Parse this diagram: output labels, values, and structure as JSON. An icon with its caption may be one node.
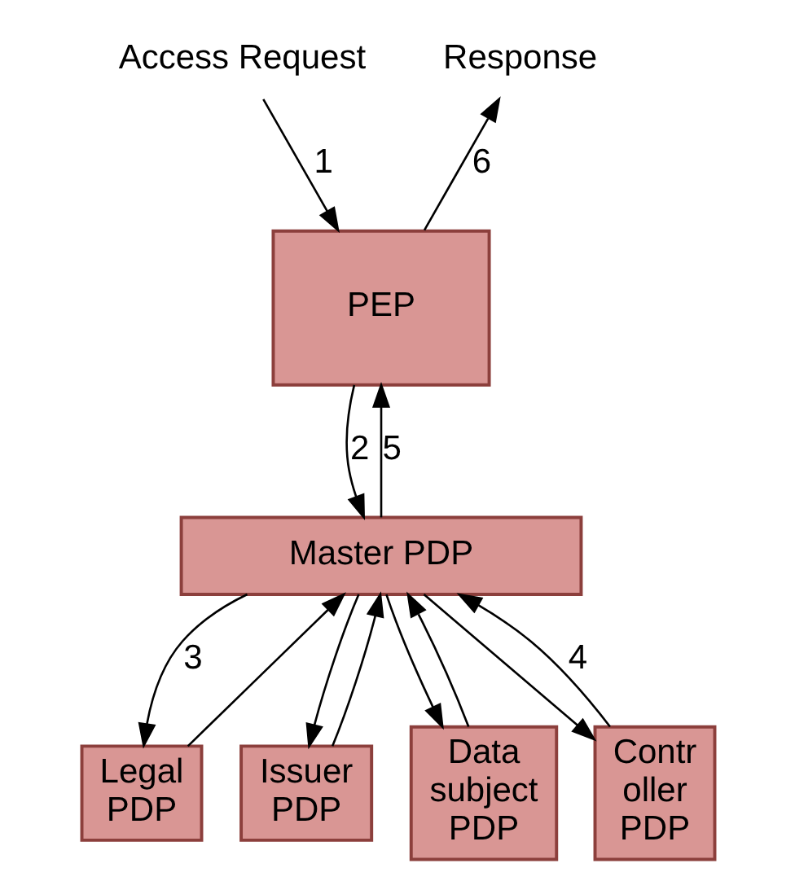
{
  "diagram": {
    "nodes": [
      {
        "text": [
          "Access Request"
        ]
      },
      {
        "text": [
          "Response"
        ]
      },
      {
        "text": [
          "PEP"
        ]
      },
      {
        "text": [
          "Master PDP"
        ]
      },
      {
        "text": [
          "Legal PDP"
        ]
      },
      {
        "text": [
          "Issuer PDP"
        ]
      },
      {
        "text": [
          "Data subject PDP"
        ]
      },
      {
        "text": [
          "Contr oller PDP"
        ]
      }
    ],
    "edges": [
      {
        "from": 0,
        "to": 2,
        "arrow": "to",
        "label": "1"
      },
      {
        "from": 2,
        "to": 1,
        "arrow": "to",
        "label": "6"
      },
      {
        "from": 2,
        "to": 3,
        "arrow": "to",
        "label": "2"
      },
      {
        "from": 3,
        "to": 2,
        "arrow": "to",
        "label": "5"
      },
      {
        "from": 3,
        "to": 4,
        "arrow": "to",
        "label": "3"
      },
      {
        "from": 4,
        "to": 3,
        "arrow": "to"
      },
      {
        "from": 3,
        "to": 5,
        "arrow": "to"
      },
      {
        "from": 5,
        "to": 3,
        "arrow": "to"
      },
      {
        "from": 3,
        "to": 6,
        "arrow": "to"
      },
      {
        "from": 6,
        "to": 3,
        "arrow": "to"
      },
      {
        "from": 3,
        "to": 7,
        "arrow": "to"
      },
      {
        "from": 7,
        "to": 3,
        "arrow": "to",
        "label": "4"
      }
    ]
  }
}
